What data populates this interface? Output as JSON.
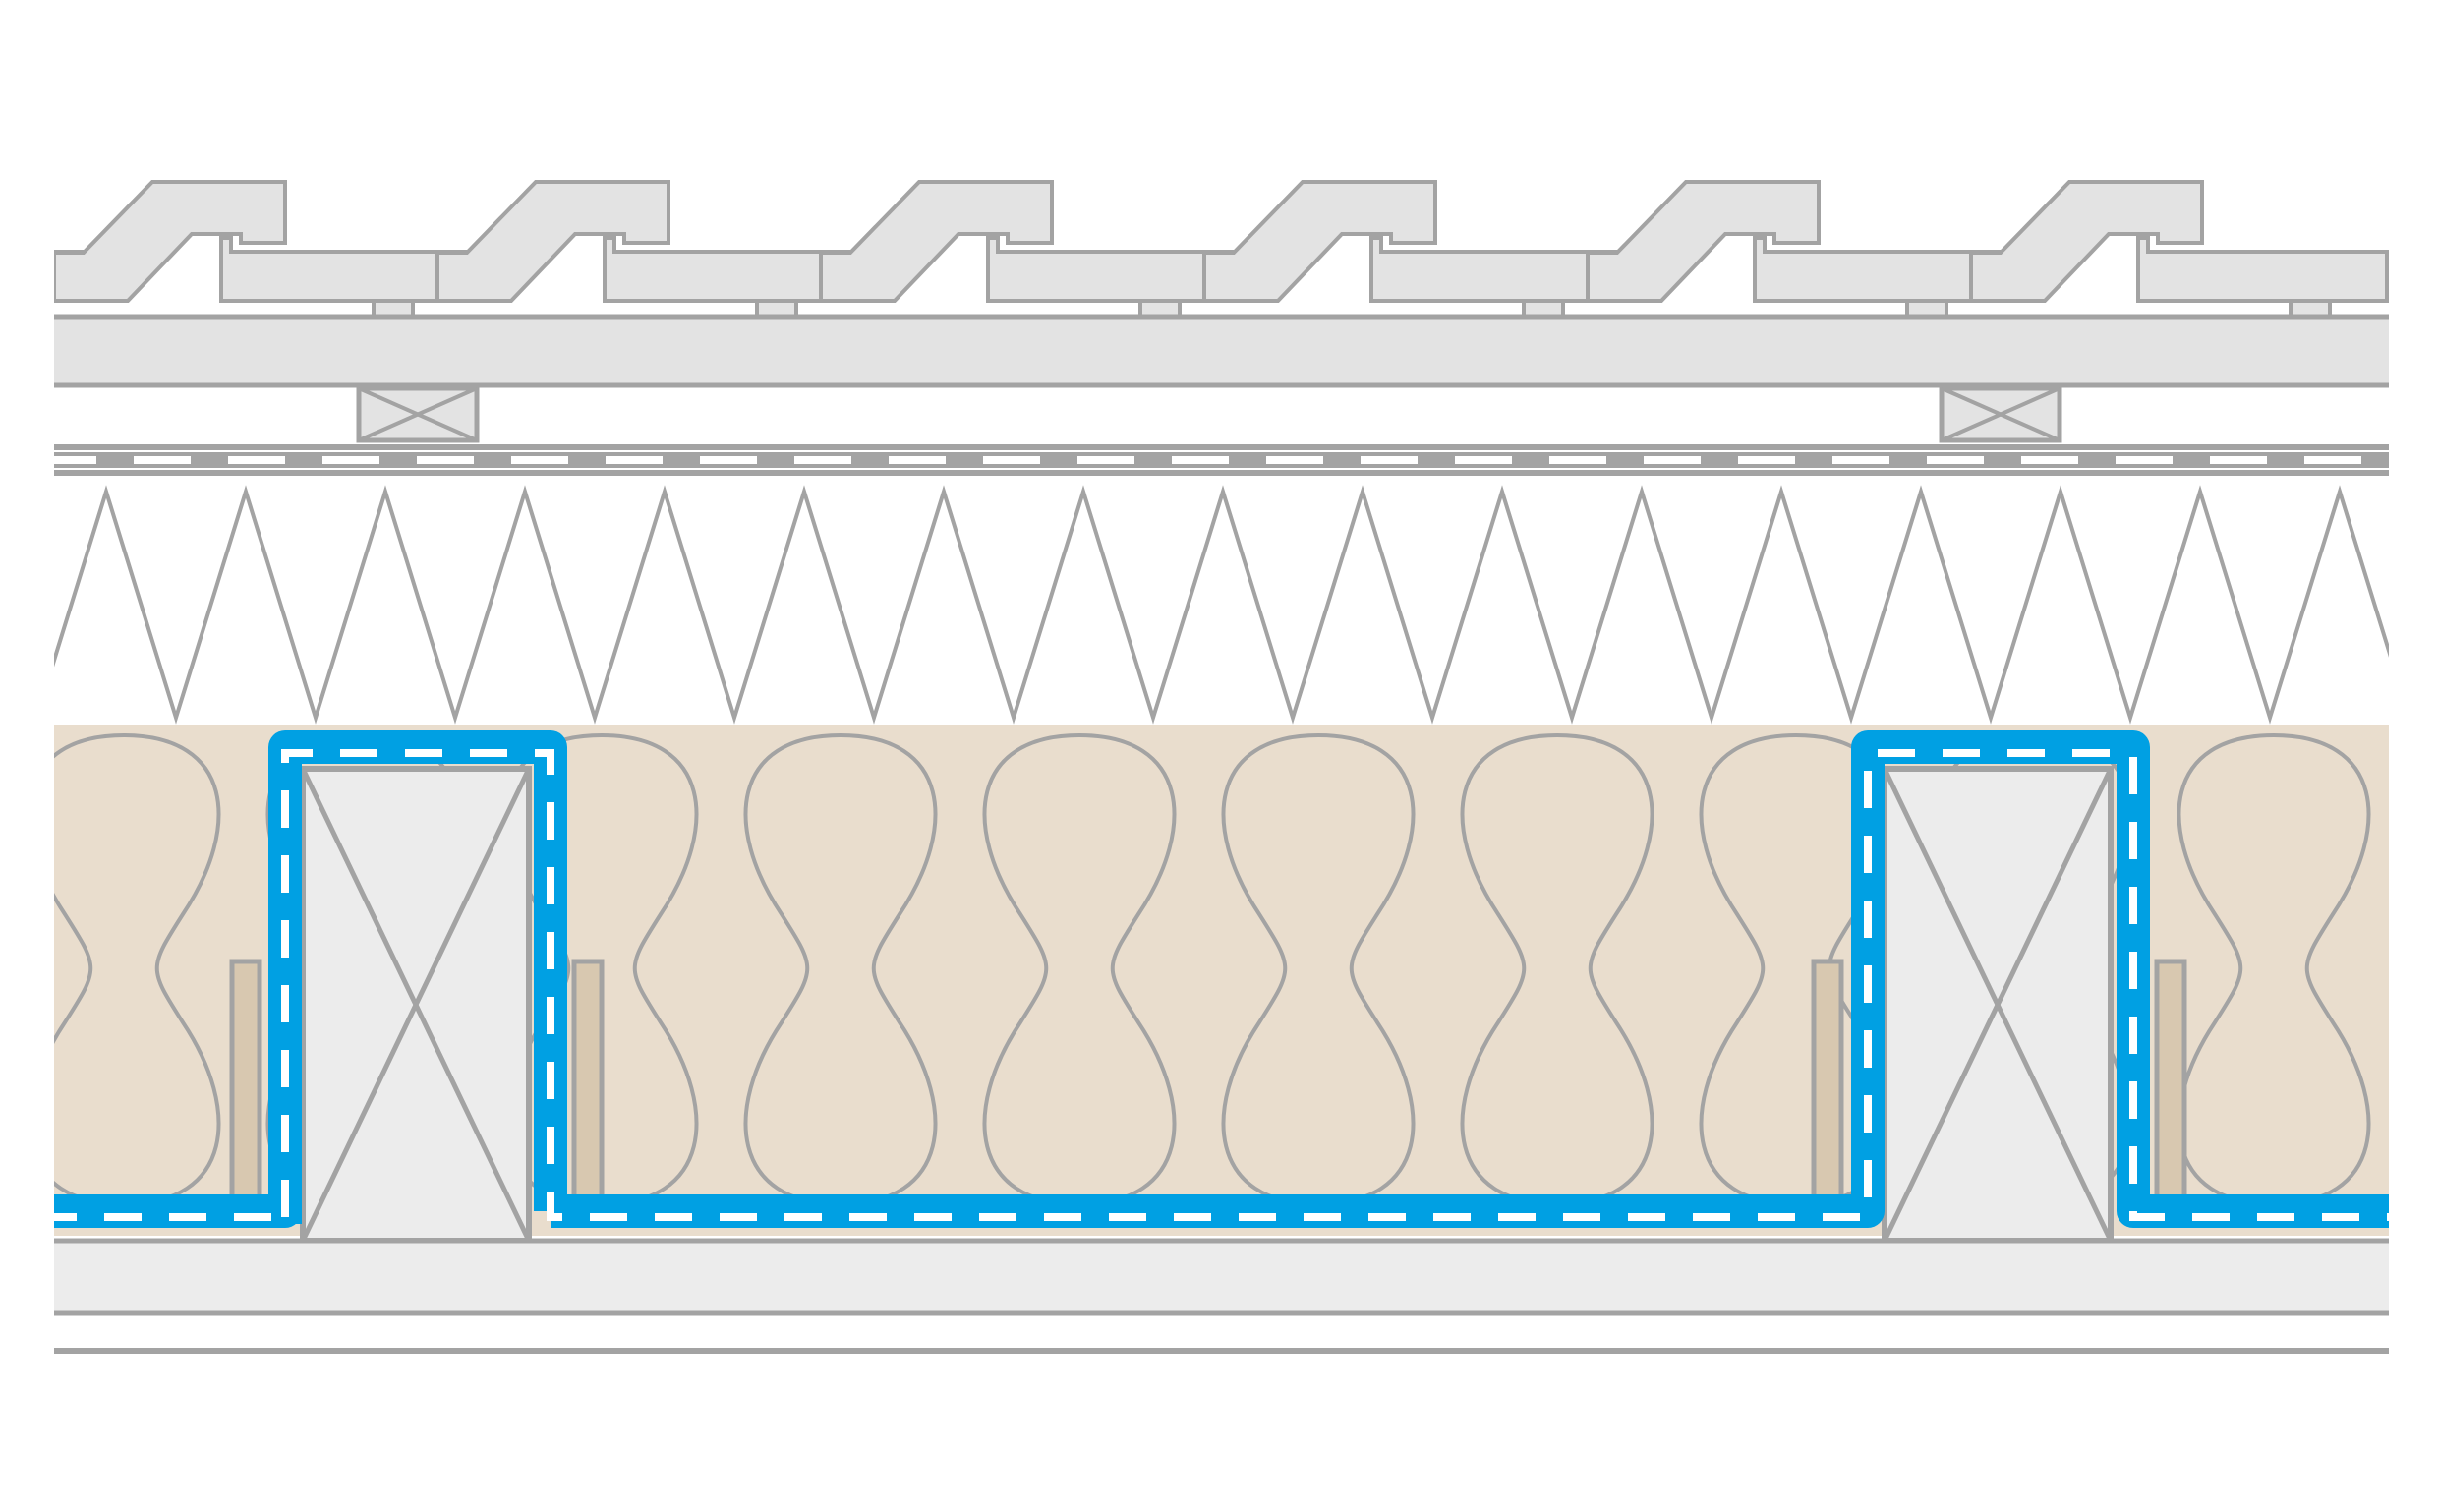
{
  "diagram": {
    "description_visible_text": "",
    "colors": {
      "background": "#ffffff",
      "outline": "#a3a3a3",
      "tile_fill": "#e3e3e3",
      "board_fill": "#e3e3e3",
      "lower_board_fill": "#ececec",
      "insulation_fill": "#e9ddcd",
      "rafter_fill": "#ececec",
      "membrane_blue": "#00a0e3",
      "membrane_dash": "#ffffff",
      "batten_fill": "#d8c8b0"
    },
    "elements": {
      "roof_tile_count": 6,
      "counter_batten_count": 2,
      "rafter_count": 2,
      "insulation_lobe_count": 11,
      "zigzag_peak_count": 17
    }
  }
}
